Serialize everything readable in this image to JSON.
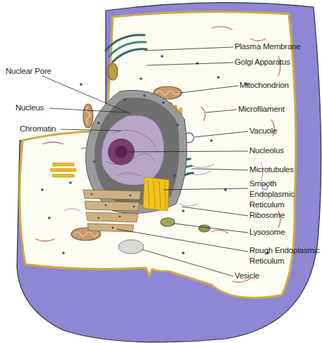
{
  "diagram": {
    "labels": [
      "Plasma Membrane",
      "Nuclear Pore",
      "Golgi Apparatus",
      "Mitochondrion",
      "Nucleus",
      "Microfilament",
      "Chromatin",
      "Vacuole",
      "Nucleolus",
      "Microtubules",
      "Smooth Endoplasmic Reticulum",
      "Ribosome",
      "Lysosome",
      "Rough Endoplasmic Reticulum",
      "Vesicle"
    ]
  }
}
